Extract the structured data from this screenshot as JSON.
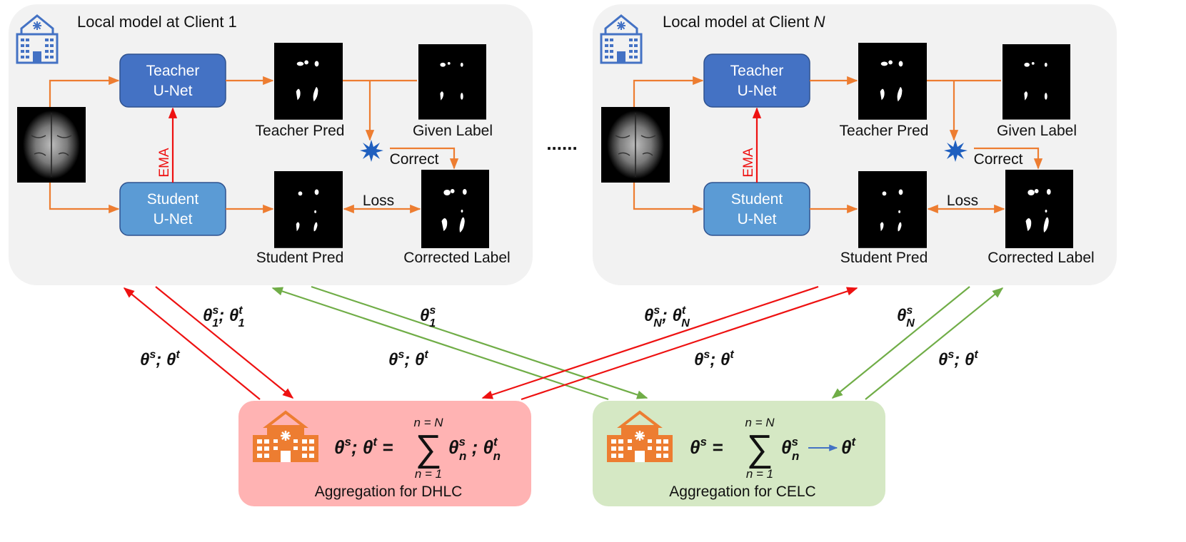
{
  "client1": {
    "title": "Local model at Client 1",
    "teacher_label": [
      "Teacher",
      "U-Net"
    ],
    "student_label": [
      "Student",
      "U-Net"
    ],
    "ema": "EMA",
    "teacher_pred": "Teacher Pred",
    "given_label": "Given Label",
    "correct": "Correct",
    "loss": "Loss",
    "student_pred": "Student Pred",
    "corrected_label": "Corrected Label"
  },
  "clientN": {
    "title_prefix": "Local model at Client ",
    "title_var": "N",
    "teacher_label": [
      "Teacher",
      "U-Net"
    ],
    "student_label": [
      "Student",
      "U-Net"
    ],
    "ema": "EMA",
    "teacher_pred": "Teacher Pred",
    "given_label": "Given Label",
    "correct": "Correct",
    "loss": "Loss",
    "student_pred": "Student Pred",
    "corrected_label": "Corrected Label"
  },
  "ellipsis": "......",
  "arrows": {
    "dhlc_up_1": "θs; θt",
    "dhlc_down_1": "θ1s; θ1t",
    "celc_down_1": "θ1s",
    "celc_up_1": "θs; θt",
    "dhlc_down_N": "θNs; θNt",
    "dhlc_up_N": "θs; θt",
    "celc_down_N": "θNs",
    "celc_up_N": "θs; θt"
  },
  "dhlc": {
    "caption": "Aggregation for DHLC",
    "formula": "θs; θt = Σ(n=1..N) θns; θnt"
  },
  "celc": {
    "caption": "Aggregation for CELC",
    "formula": "θs = Σ(n=1..N) θns → θt"
  },
  "colors": {
    "panel_bg": "#f2f2f2",
    "teacher_box": "#4472c4",
    "student_box": "#5b9bd5",
    "orange": "#ed7d31",
    "red": "#ee1111",
    "green": "#70ad47",
    "dhlc_bg": "#ffb3b3",
    "celc_bg": "#d5e8c4",
    "hospital_blue": "#4472c4",
    "hospital_orange": "#ed7d31"
  }
}
